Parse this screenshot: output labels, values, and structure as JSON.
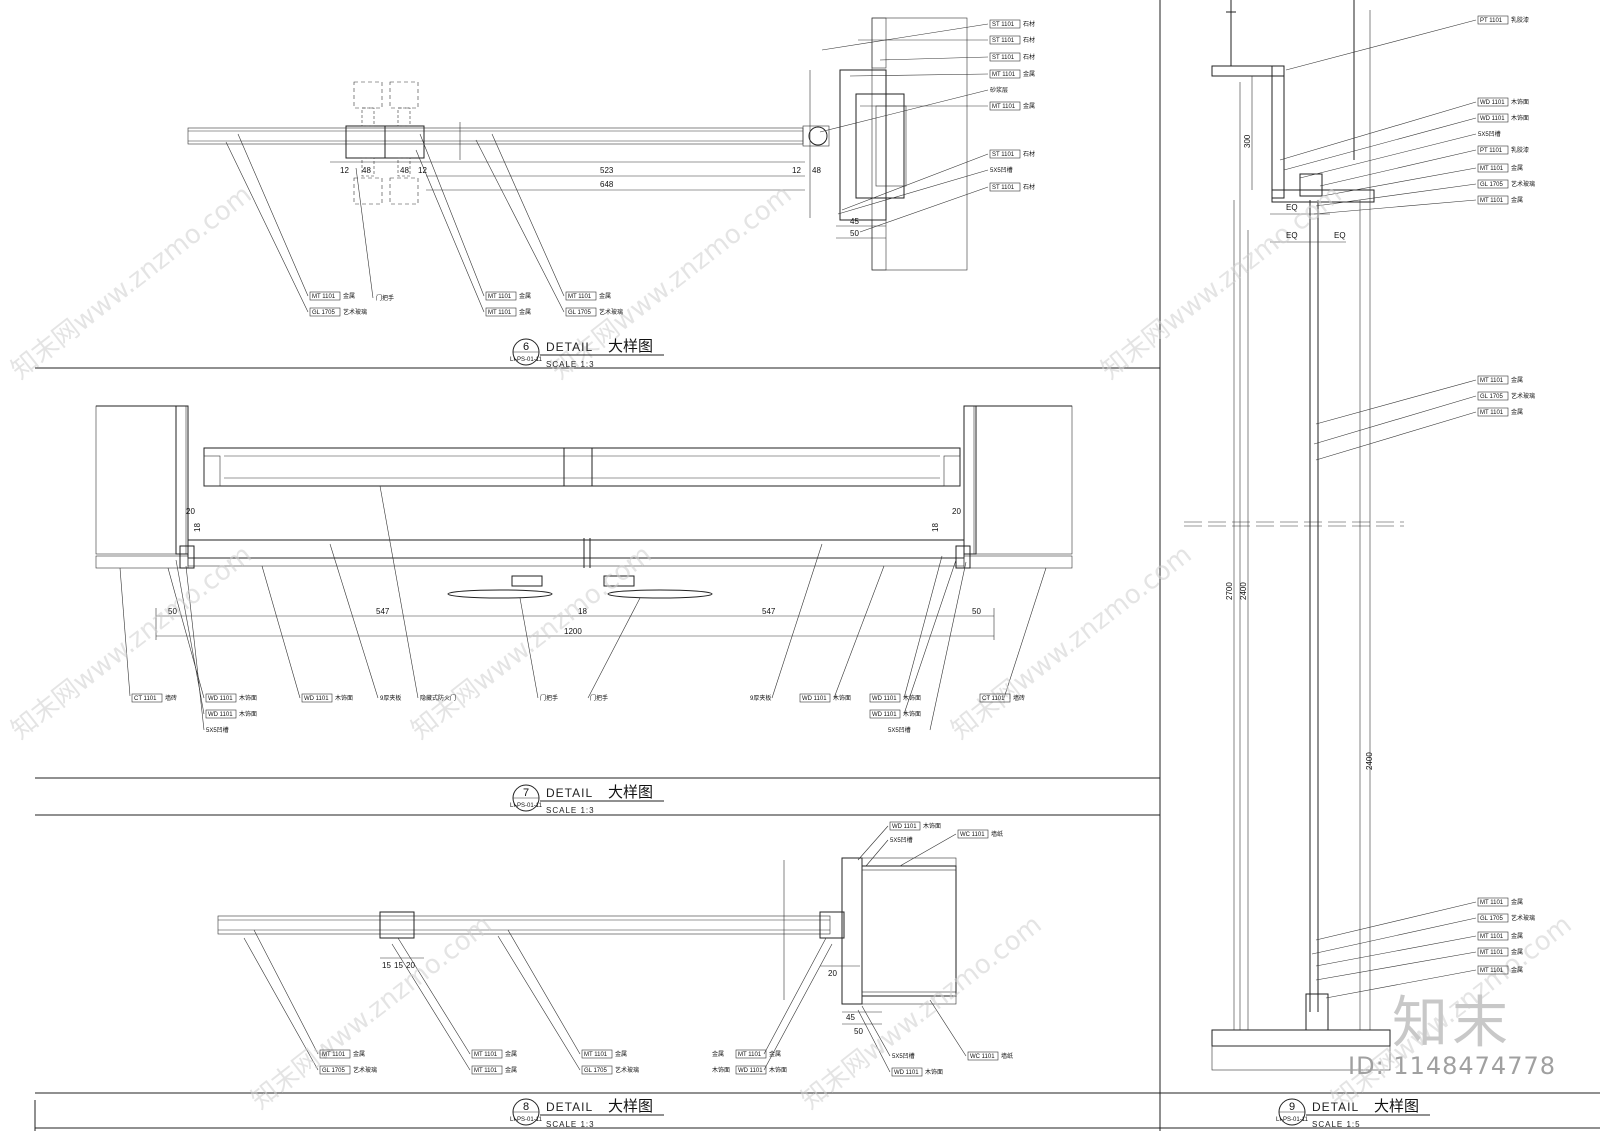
{
  "details": [
    {
      "number": "6",
      "ref": "LI-PS-01-11",
      "label": "DETAIL",
      "title": "大样图",
      "scale": "SCALE   1:3"
    },
    {
      "number": "7",
      "ref": "LI-PS-01-11",
      "label": "DETAIL",
      "title": "大样图",
      "scale": "SCALE   1:3"
    },
    {
      "number": "8",
      "ref": "LI-PS-01-11",
      "label": "DETAIL",
      "title": "大样图",
      "scale": "SCALE   1:3"
    },
    {
      "number": "9",
      "ref": "LI-PS-01-11",
      "label": "DETAIL",
      "title": "大样图",
      "scale": "SCALE   1:5"
    }
  ],
  "d6": {
    "dims": {
      "a": "12",
      "b": "48",
      "c": "48",
      "d": "12",
      "e": "523",
      "f": "648",
      "g": "12",
      "h": "48",
      "i": "45",
      "j": "50"
    },
    "right_tags": [
      {
        "code": "ST 1101",
        "desc": "石材"
      },
      {
        "code": "ST 1101",
        "desc": "石材"
      },
      {
        "code": "ST 1101",
        "desc": "石材"
      },
      {
        "code": "MT 1101",
        "desc": "金属"
      },
      {
        "code": "",
        "desc": "砂浆层"
      },
      {
        "code": "MT 1101",
        "desc": "金属"
      },
      {
        "code": "ST 1101",
        "desc": "石材"
      },
      {
        "code": "",
        "desc": "5X5凹槽"
      },
      {
        "code": "ST 1101",
        "desc": "石材"
      }
    ],
    "bottom_tags": [
      {
        "code": "MT 1101",
        "desc": "金属"
      },
      {
        "code": "GL 1705",
        "desc": "艺术玻璃"
      },
      {
        "code": "",
        "desc": "门把手"
      },
      {
        "code": "MT 1101",
        "desc": "金属"
      },
      {
        "code": "MT 1101",
        "desc": "金属"
      },
      {
        "code": "MT 1101",
        "desc": "金属"
      },
      {
        "code": "GL 1705",
        "desc": "艺术玻璃"
      }
    ]
  },
  "d7": {
    "dims": {
      "l50": "50",
      "l547": "547",
      "mid": "18",
      "r547": "547",
      "r50": "50",
      "total": "1200",
      "t20a": "20",
      "t20b": "20",
      "t18a": "18",
      "t18b": "18"
    },
    "tags": [
      {
        "code": "CT 1101",
        "desc": "墙砖"
      },
      {
        "code": "WD 1101",
        "desc": "木饰面"
      },
      {
        "code": "WD 1101",
        "desc": "木饰面"
      },
      {
        "code": "",
        "desc": "5X5凹槽"
      },
      {
        "code": "WD 1101",
        "desc": "木饰面"
      },
      {
        "code": "",
        "desc": "9厚夹板"
      },
      {
        "code": "",
        "desc": "隐藏式防火门"
      },
      {
        "code": "",
        "desc": "门把手"
      },
      {
        "code": "",
        "desc": "门把手"
      },
      {
        "code": "",
        "desc": "9厚夹板"
      },
      {
        "code": "WD 1101",
        "desc": "木饰面"
      },
      {
        "code": "WD 1101",
        "desc": "木饰面"
      },
      {
        "code": "WD 1101",
        "desc": "木饰面"
      },
      {
        "code": "CT 1101",
        "desc": "墙砖"
      },
      {
        "code": "",
        "desc": "5X5凹槽"
      }
    ]
  },
  "d8": {
    "dims": {
      "a": "15",
      "b": "15",
      "c": "20",
      "d": "20",
      "e": "45",
      "f": "50"
    },
    "top_tags": [
      {
        "code": "WD 1101",
        "desc": "木饰面"
      },
      {
        "code": "",
        "desc": "5X5凹槽"
      },
      {
        "code": "WC 1101",
        "desc": "墙纸"
      }
    ],
    "bottom_tags": [
      {
        "code": "MT 1101",
        "desc": "金属"
      },
      {
        "code": "GL 1705",
        "desc": "艺术玻璃"
      },
      {
        "code": "MT 1101",
        "desc": "金属"
      },
      {
        "code": "MT 1101",
        "desc": "金属"
      },
      {
        "code": "MT 1101",
        "desc": "金属"
      },
      {
        "code": "GL 1705",
        "desc": "艺术玻璃"
      },
      {
        "code": "MT 1101",
        "desc": "金属"
      },
      {
        "code": "WD 1101",
        "desc": "木饰面"
      },
      {
        "code": "",
        "desc": "5X5凹槽"
      },
      {
        "code": "WD 1101",
        "desc": "木饰面"
      },
      {
        "code": "WC 1101",
        "desc": "墙纸"
      }
    ],
    "left_labels": [
      "金属",
      "木饰面"
    ]
  },
  "d9": {
    "dims": {
      "h300": "300",
      "h2700": "2700",
      "h2400a": "2400",
      "h2400b": "2400",
      "eq1": "EQ",
      "eq2": "EQ",
      "eq3": "EQ"
    },
    "tags": [
      {
        "code": "PT 1101",
        "desc": "乳胶漆"
      },
      {
        "code": "WD 1101",
        "desc": "木饰面"
      },
      {
        "code": "WD 1101",
        "desc": "木饰面"
      },
      {
        "code": "",
        "desc": "5X5凹槽"
      },
      {
        "code": "PT 1101",
        "desc": "乳胶漆"
      },
      {
        "code": "MT 1101",
        "desc": "金属"
      },
      {
        "code": "GL 1705",
        "desc": "艺术玻璃"
      },
      {
        "code": "MT 1101",
        "desc": "金属"
      },
      {
        "code": "MT 1101",
        "desc": "金属"
      },
      {
        "code": "GL 1705",
        "desc": "艺术玻璃"
      },
      {
        "code": "MT 1101",
        "desc": "金属"
      },
      {
        "code": "MT 1101",
        "desc": "金属"
      },
      {
        "code": "GL 1705",
        "desc": "艺术玻璃"
      },
      {
        "code": "MT 1101",
        "desc": "金属"
      },
      {
        "code": "MT 1101",
        "desc": "金属"
      },
      {
        "code": "MT 1101",
        "desc": "金属"
      }
    ]
  },
  "watermark": {
    "text": "知末网www.znzmo.com",
    "brand": "知末",
    "id": "ID: 1148474778"
  }
}
